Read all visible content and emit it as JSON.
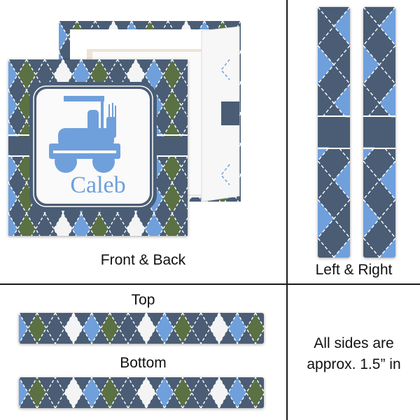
{
  "colors": {
    "navy": "#4a5d75",
    "light_blue": "#6fa0dc",
    "green": "#5b7043",
    "white": "#f4f4f4",
    "divider": "#1a1a1a"
  },
  "panels": {
    "front_back": {
      "label": "Front & Back",
      "monogram_name": "Caleb",
      "icon": "golf-cart-icon"
    },
    "left_right": {
      "label": "Left & Right"
    },
    "top_bottom": {
      "top_label": "Top",
      "bottom_label": "Bottom"
    },
    "note": {
      "line1": "All sides are",
      "line2": "approx. 1.5” in"
    }
  }
}
